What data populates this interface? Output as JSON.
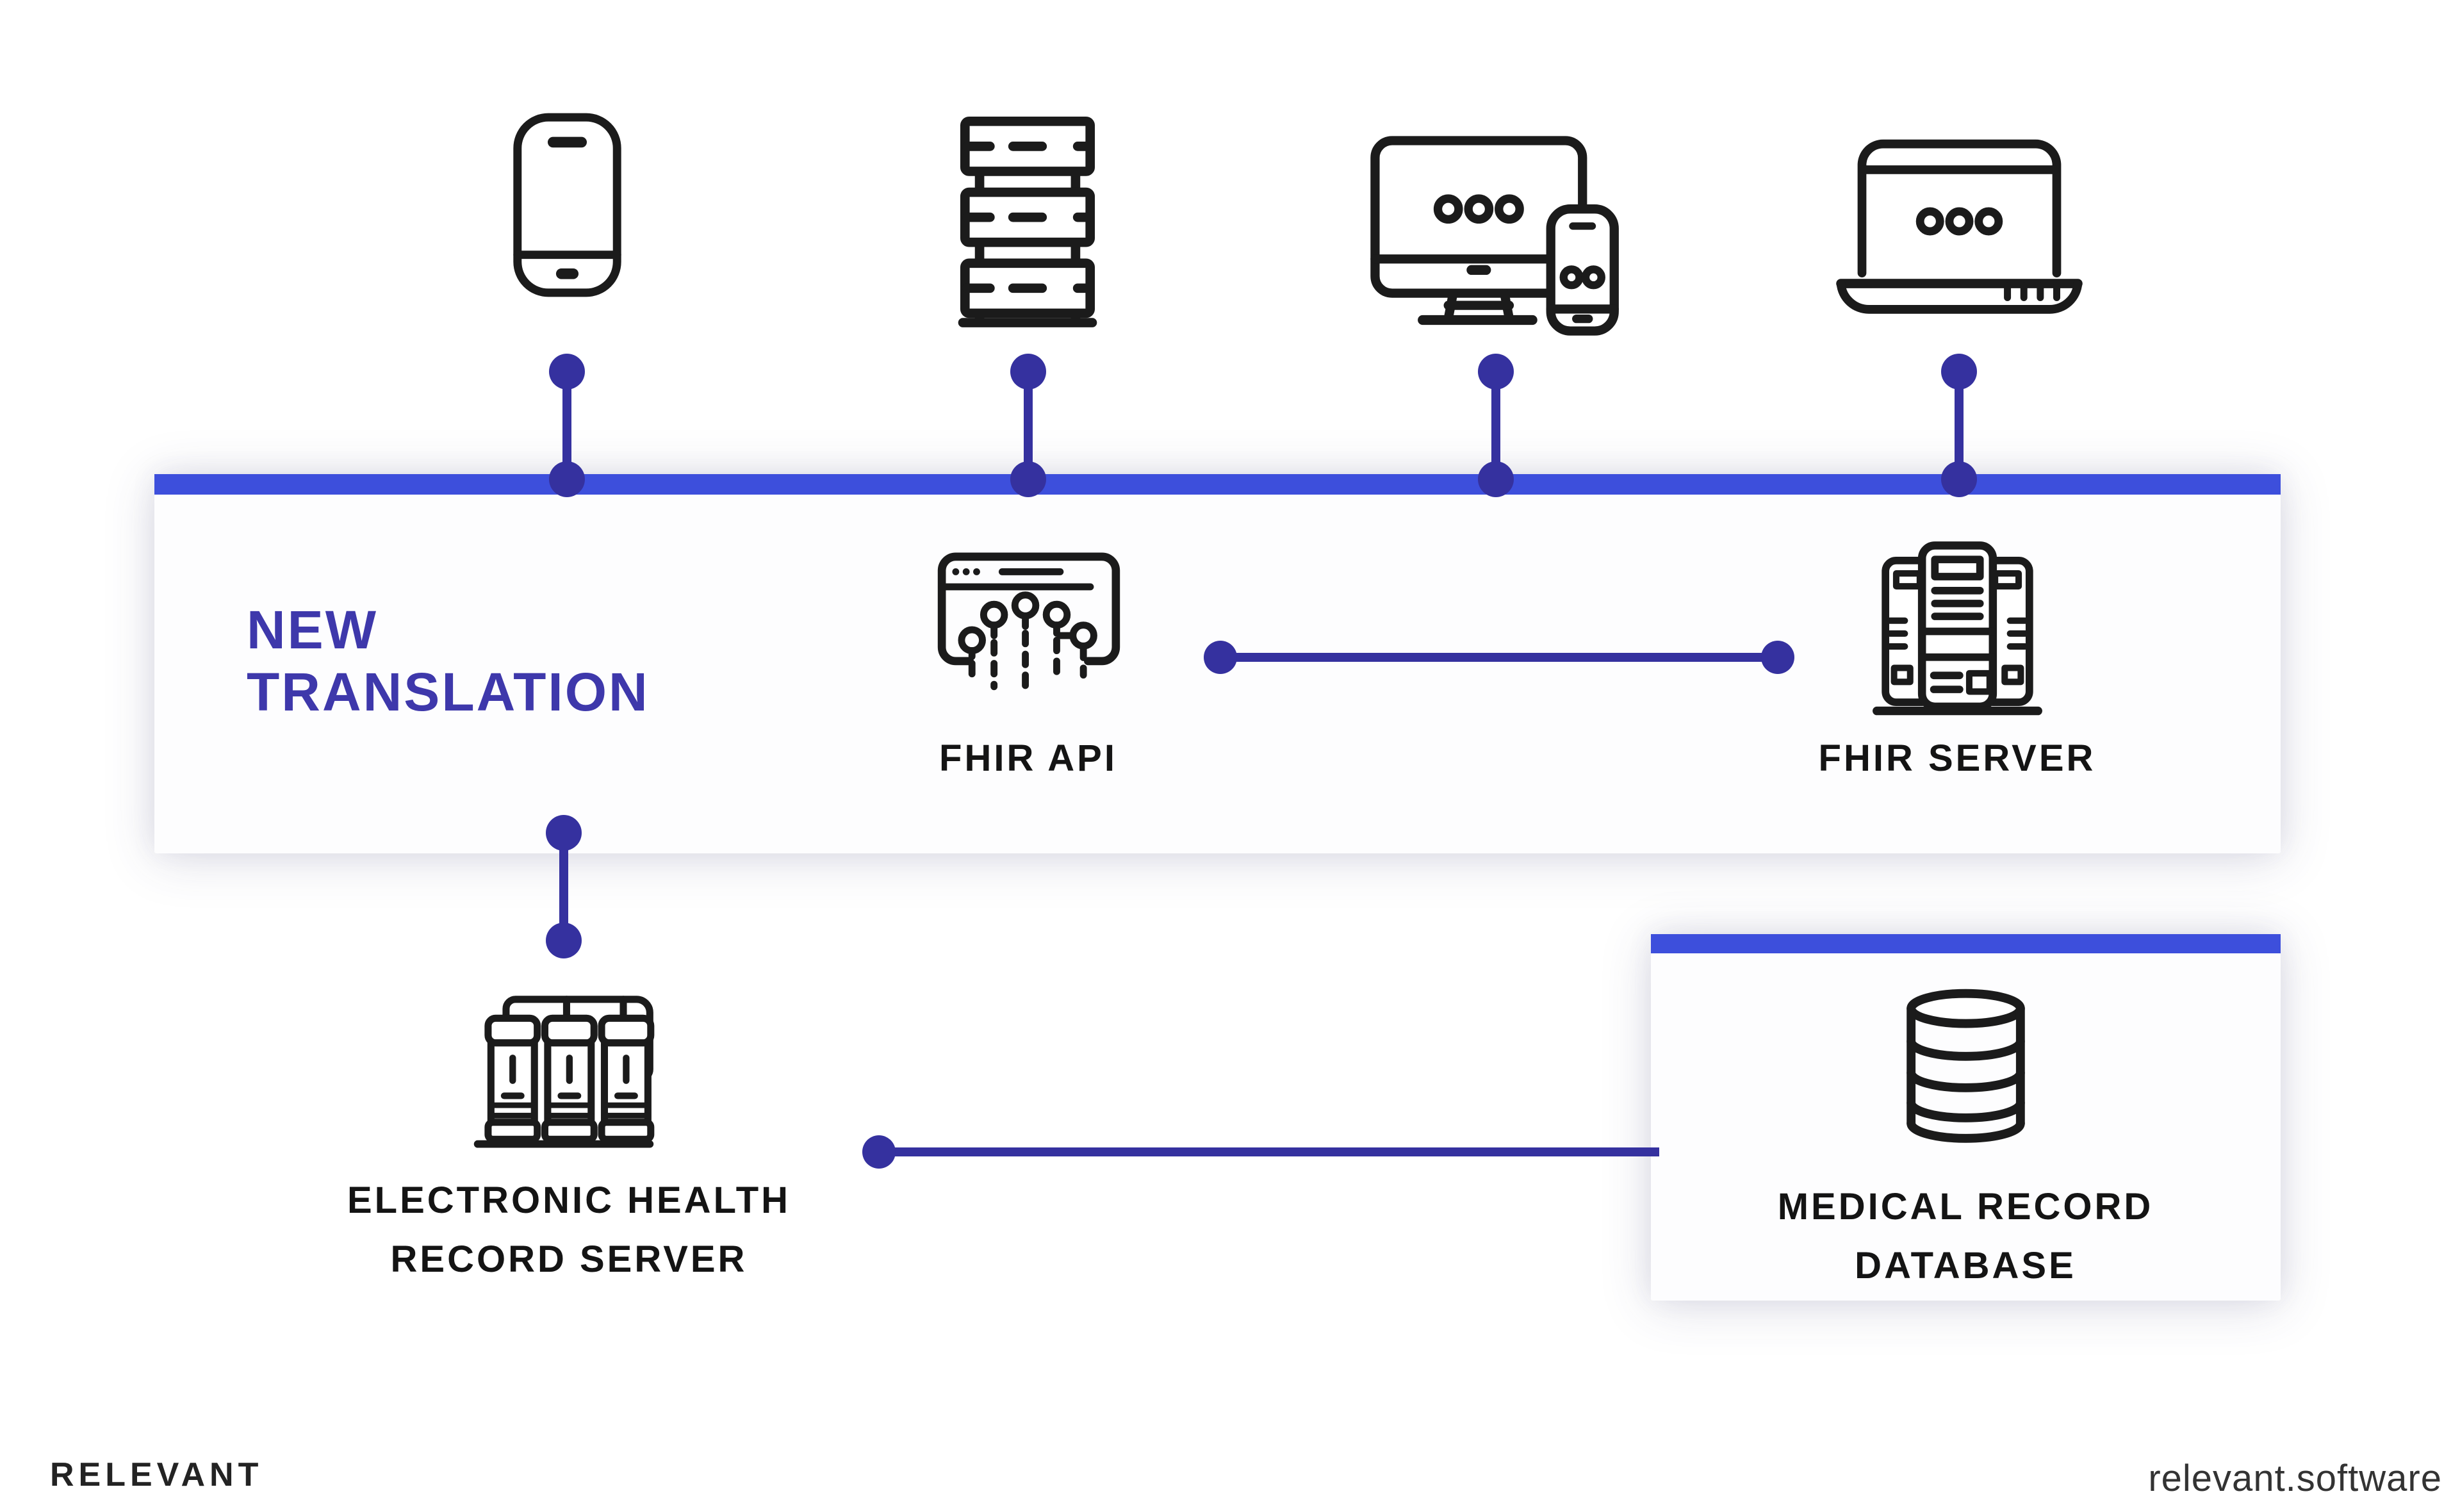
{
  "colors": {
    "accent_blue": "#3d4fdc",
    "connector_indigo": "#35319f",
    "title_purple": "#3e38ab",
    "icon_stroke": "#1b1b1b",
    "label_black": "#141414"
  },
  "top_devices": [
    {
      "icon": "smartphone-icon"
    },
    {
      "icon": "server-rack-icon"
    },
    {
      "icon": "desktop-and-mobile-icon"
    },
    {
      "icon": "laptop-icon"
    }
  ],
  "translation_panel": {
    "title_line1": "NEW",
    "title_line2": "TRANSLATION",
    "fhir_api_label": "FHIR API",
    "fhir_server_label": "FHIR SERVER"
  },
  "ehr": {
    "label_line1": "ELECTRONIC HEALTH",
    "label_line2": "RECORD SERVER"
  },
  "database_panel": {
    "label_line1": "MEDICAL RECORD",
    "label_line2": "DATABASE"
  },
  "footer": {
    "brand": "RELEVANT",
    "website": "relevant.software"
  }
}
